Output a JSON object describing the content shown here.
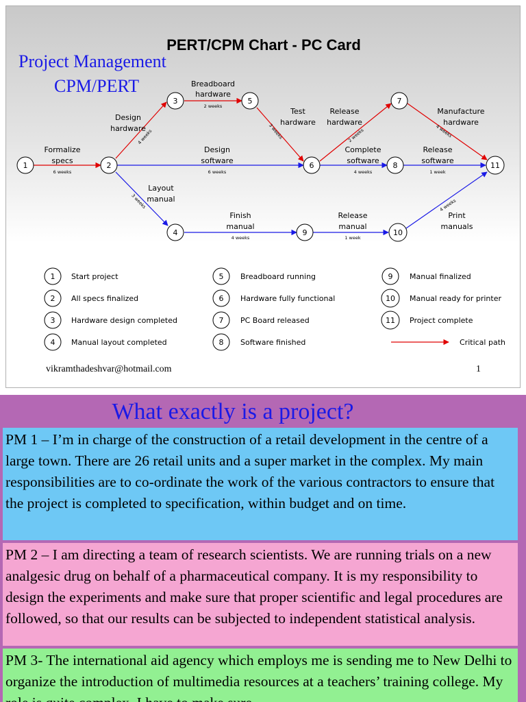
{
  "slide1": {
    "title": "PERT/CPM Chart - PC Card",
    "subtitle_line1": "Project Management",
    "subtitle_line2": "CPM/PERT",
    "footer_email": "vikramthadeshvar@hotmail.com",
    "page_number": "1",
    "colors": {
      "critical": "#e00000",
      "normal": "#1a1ae6",
      "subtitle": "#1a1ae6"
    },
    "nodes": [
      "1",
      "2",
      "3",
      "4",
      "5",
      "6",
      "7",
      "8",
      "9",
      "10",
      "11"
    ],
    "activities": {
      "formalize": {
        "name1": "Formalize",
        "name2": "specs",
        "dur": "6 weeks"
      },
      "design_hw": {
        "name1": "Design",
        "name2": "hardware",
        "dur": "4 weeks"
      },
      "breadboard": {
        "name1": "Breadboard",
        "name2": "hardware",
        "dur": "2 weeks"
      },
      "test_hw": {
        "name1": "Test",
        "name2": "hardware",
        "dur": "3 weeks"
      },
      "release_hw": {
        "name1": "Release",
        "name2": "hardware",
        "dur": "2 weeks"
      },
      "manufacture_hw": {
        "name1": "Manufacture",
        "name2": "hardware",
        "dur": "4 weeks"
      },
      "design_sw": {
        "name1": "Design",
        "name2": "software",
        "dur": "6 weeks"
      },
      "complete_sw": {
        "name1": "Complete",
        "name2": "software",
        "dur": "4 weeks"
      },
      "release_sw": {
        "name1": "Release",
        "name2": "software",
        "dur": "1 week"
      },
      "layout_manual": {
        "name1": "Layout",
        "name2": "manual",
        "dur": "3 weeks"
      },
      "finish_manual": {
        "name1": "Finish",
        "name2": "manual",
        "dur": "4 weeks"
      },
      "release_manual": {
        "name1": "Release",
        "name2": "manual",
        "dur": "1 week"
      },
      "print_manuals": {
        "name1": "Print",
        "name2": "manuals",
        "dur": "4 weeks"
      }
    },
    "legend": [
      {
        "node": "1",
        "text": "Start project"
      },
      {
        "node": "2",
        "text": "All specs finalized"
      },
      {
        "node": "3",
        "text": "Hardware design completed"
      },
      {
        "node": "4",
        "text": "Manual layout completed"
      },
      {
        "node": "5",
        "text": "Breadboard running"
      },
      {
        "node": "6",
        "text": "Hardware fully functional"
      },
      {
        "node": "7",
        "text": "PC Board released"
      },
      {
        "node": "8",
        "text": "Software finished"
      },
      {
        "node": "9",
        "text": "Manual finalized"
      },
      {
        "node": "10",
        "text": "Manual ready for printer"
      },
      {
        "node": "11",
        "text": "Project complete"
      }
    ],
    "critical_path_label": "Critical path"
  },
  "slide2": {
    "heading": "What exactly is a project?",
    "pm1": "PM 1 – I’m in charge of the construction of a retail development in the centre of a large town. There are 26 retail units and a super market in the complex. My main responsibilities are to co-ordinate the work of the various contractors to ensure that the project is completed to specification, within budget and on time.",
    "pm2": "PM 2 – I am directing a team of research scientists. We are running trials on a new analgesic drug on behalf of a pharmaceutical company. It is my responsibility to design the experiments and make sure that proper scientific and legal procedures are followed, so that our results can be subjected to independent statistical analysis.",
    "pm3": "PM 3- The international aid agency which employs me is sending me to New Delhi to organize the introduction of multimedia resources at a teachers’ training college. My role is quite complex. I have to make sure"
  }
}
